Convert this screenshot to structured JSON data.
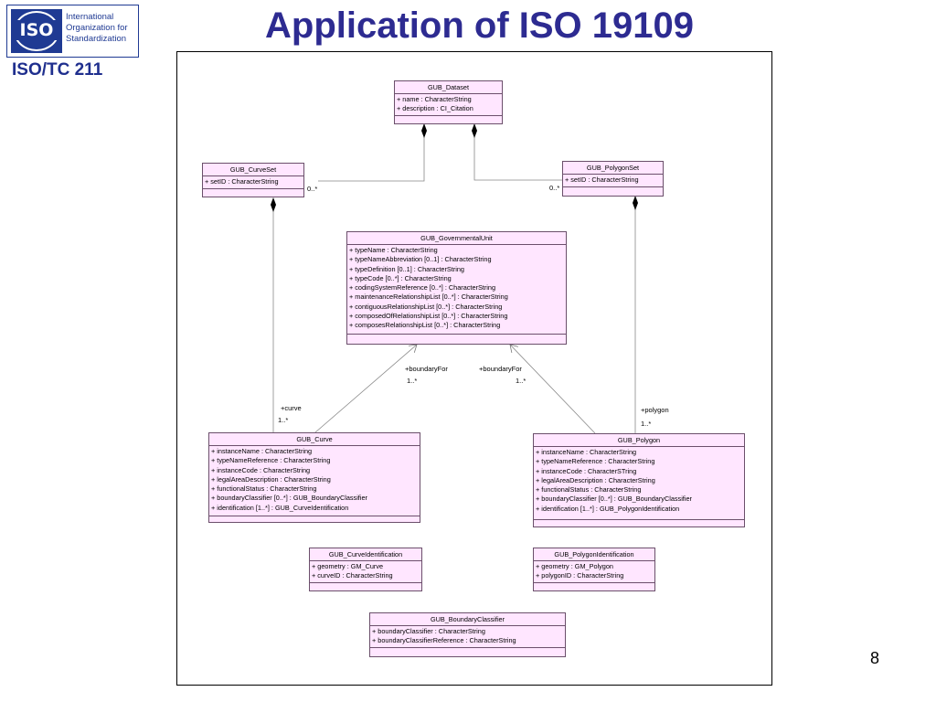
{
  "header": {
    "logo_name": "International Organization for Standardization",
    "logo_mark": "ISO",
    "committee": "ISO/TC 211",
    "title": "Application of ISO 19109",
    "page_number": "8"
  },
  "diagram": {
    "classes": {
      "dataset": {
        "name": "GUB_Dataset",
        "attributes": [
          "+ name : CharacterString",
          "+ description : CI_Citation"
        ]
      },
      "curveset": {
        "name": "GUB_CurveSet",
        "attributes": [
          "+ setID : CharacterString"
        ]
      },
      "polygonset": {
        "name": "GUB_PolygonSet",
        "attributes": [
          "+ setID : CharacterString"
        ]
      },
      "govunit": {
        "name": "GUB_GovernmentalUnit",
        "attributes": [
          "+ typeName : CharacterString",
          "+ typeNameAbbreviation [0..1] : CharacterString",
          "+ typeDefinition [0..1] : CharacterString",
          "+ typeCode [0..*] : CharacterString",
          "+ codingSystemReference [0..*] : CharacterString",
          "+ maintenanceRelationshipList [0..*] : CharacterString",
          "+ contiguousRelationshipList [0..*] : CharacterString",
          "+ composedOfRelationshipList [0..*] : CharacterString",
          "+ composesRelationshipList [0..*] : CharacterString"
        ]
      },
      "curve": {
        "name": "GUB_Curve",
        "attributes": [
          "+ instanceName : CharacterString",
          "+ typeNameReference : CharacterString",
          "+ instanceCode : CharacterString",
          "+ legalAreaDescription : CharacterString",
          "+ functionalStatus : CharacterString",
          "+ boundaryClassifier [0..*] : GUB_BoundaryClassifier",
          "+ identification [1..*] : GUB_CurveIdentification"
        ]
      },
      "polygon": {
        "name": "GUB_Polygon",
        "attributes": [
          "+ instanceName : CharacterString",
          "+ typeNameReference : CharacterString",
          "+ instanceCode : CharacterSTring",
          "+ legalAreaDescription : CharacterString",
          "+ functionalStatus : CharacterString",
          "+ boundaryClassifier [0..*] : GUB_BoundaryClassifier",
          "+ identification [1..*] : GUB_PolygonIdentification"
        ]
      },
      "curveident": {
        "name": "GUB_CurveIdentification",
        "attributes": [
          "+ geometry : GM_Curve",
          "+ curveID : CharacterString"
        ]
      },
      "polyident": {
        "name": "GUB_PolygonIdentification",
        "attributes": [
          "+ geometry : GM_Polygon",
          "+ polygonID : CharacterString"
        ]
      },
      "boundary": {
        "name": "GUB_BoundaryClassifier",
        "attributes": [
          "+ boundaryClassifier : CharacterString",
          "+ boundaryClassifierReference : CharacterString"
        ]
      }
    },
    "labels": {
      "curveset_mult": "0..*",
      "polygonset_mult": "0..*",
      "boundary_for_left": "+boundaryFor",
      "boundary_for_left_mult": "1..*",
      "boundary_for_right": "+boundaryFor",
      "boundary_for_right_mult": "1..*",
      "curve_role": "+curve",
      "curve_mult": "1..*",
      "polygon_role": "+polygon",
      "polygon_mult": "1..*"
    }
  }
}
